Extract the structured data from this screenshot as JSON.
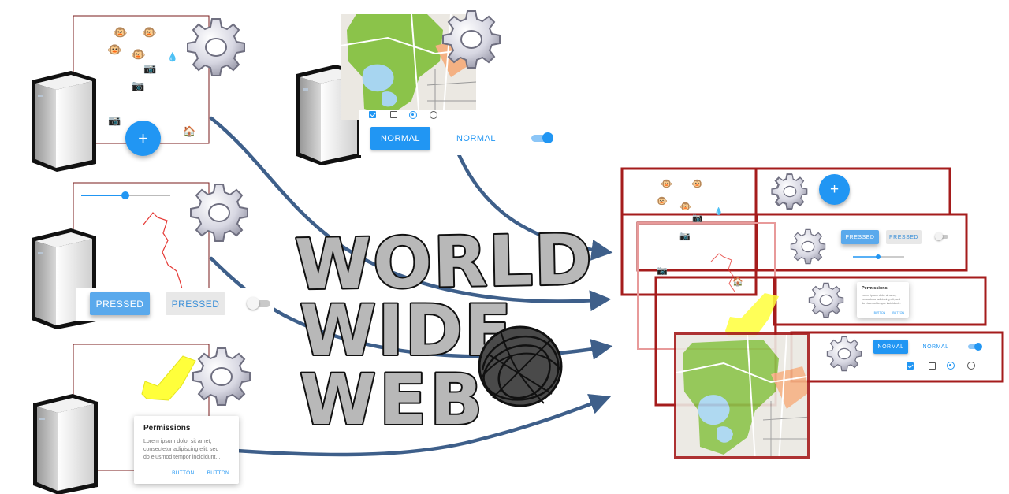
{
  "title": {
    "line1": "WORLD",
    "line2": "WIDE",
    "line3": "WEB"
  },
  "buttons": {
    "normal": "NORMAL",
    "normal_flat": "NORMAL",
    "pressed": "PRESSED",
    "pressed_flat": "PRESSED"
  },
  "dialog": {
    "title": "Permissions",
    "body_line1": "Lorem ipsum dolor sit amet,",
    "body_line2": "consectetur adipiscing elit, sed",
    "body_line3": "do eiusmod tempor incididunt...",
    "action1": "BUTTON",
    "action2": "BUTTON"
  },
  "fab_icon": "+",
  "icons": {
    "monkey": "🐵",
    "camera": "📷",
    "pin": "💧",
    "home": "🏠",
    "gear": "gear-icon",
    "server": "server-icon",
    "globe": "scribbled-globe-icon"
  },
  "colors": {
    "accent": "#2196f3",
    "frame": "#a51c1c",
    "arrow": "#3e5f8a",
    "map_green": "#8bc34a",
    "map_water": "#a7d5f0",
    "highlighter": "#ffff3b"
  }
}
